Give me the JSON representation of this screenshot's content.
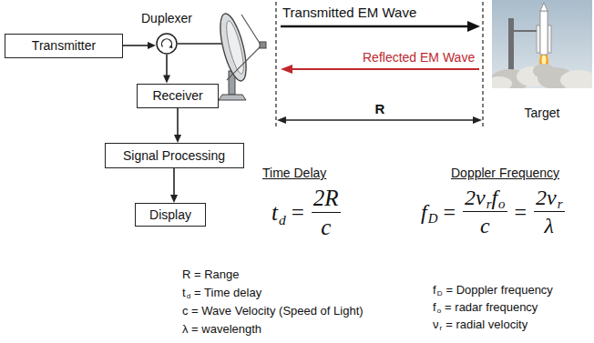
{
  "diagram": {
    "nodes": [
      {
        "text": [
          "Transmitter"
        ]
      },
      {
        "text": [
          "Duplexer"
        ]
      },
      {
        "text": [
          "Receiver"
        ]
      },
      {
        "text": [
          "Signal Processing"
        ]
      },
      {
        "text": [
          "Display"
        ]
      },
      {
        "text": [
          "Target"
        ]
      }
    ],
    "edges": [
      {
        "from": 0,
        "to": 1,
        "arrow": "to"
      },
      {
        "from": 1,
        "to": 2,
        "arrow": "to"
      },
      {
        "from": 2,
        "to": 3,
        "arrow": "to"
      },
      {
        "from": 3,
        "to": 4,
        "arrow": "to"
      }
    ],
    "labels": [
      "Transmitted EM Wave",
      "Reflected EM Wave",
      "R",
      "Time Delay",
      "Doppler Frequency",
      "t",
      "d",
      "=",
      "2R",
      "c",
      "f",
      "D",
      "=",
      "2ν",
      "r",
      "f",
      "o",
      "c",
      "=",
      "2ν",
      "r",
      "λ",
      "R = Range",
      "t",
      "d",
      "= Time delay",
      "c = Wave Velocity (Speed of Light)",
      "λ = wavelength",
      "f",
      "D",
      "= Doppler frequency",
      "f",
      "o",
      "= radar frequency",
      "ν",
      "r",
      "= radial velocity"
    ]
  }
}
